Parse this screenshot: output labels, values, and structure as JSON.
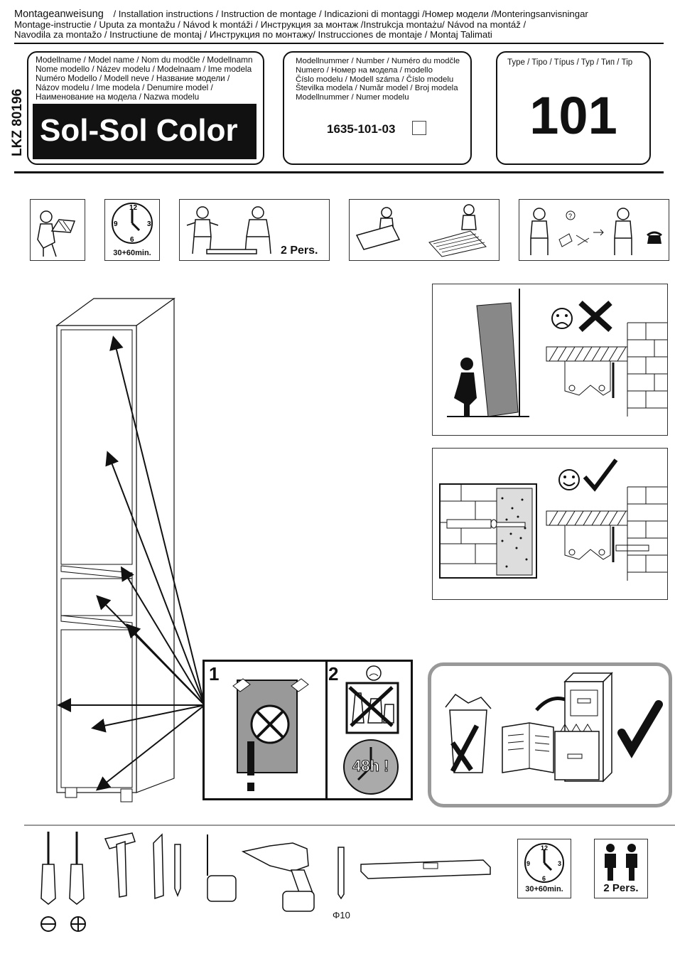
{
  "header": {
    "title": "Montageanweisung",
    "line1_rest": "/ Installation instructions / Instruction de montage / Indicazioni di montaggi /Номер модели /Monteringsanvisningar",
    "line2": " Montage-instructie / Uputa za montažu / Návod k montáži / Инструкция за монтаж /Instrukcja montażu/ Návod na montáž /",
    "line3": "Navodila za montažo / Instructiune de montaj / Инструкция по монтажу/ Instrucciones de montaje / Montaj Talimati"
  },
  "side_code": "LKZ 80196",
  "model_box": {
    "lines": [
      "Modellname / Model name / Nom du modčle / Modellnamn",
      "Nome modello / Název modelu / Modelnaam / Ime modela",
      "Numéro Modello / Modell neve / Название модели /",
      "Názov modelu / Ime modela / Denumire model /",
      "Наименование на модела / Nazwa modelu"
    ],
    "name": "Sol-Sol Color"
  },
  "number_box": {
    "lines": [
      "Modellnummer / Number / Numéro du modčle",
      "Numero /  Номер на модела / modello",
      "Číslo modelu / Modell száma / Číslo modelu",
      "Številka modela / Număr model / Broj modela",
      "Modellnummer / Numer modelu"
    ],
    "number": "1635-101-03"
  },
  "type_box": {
    "label": "Type / Tipo / Típus / Typ / Тип / Tip",
    "value": "101"
  },
  "icons_row": {
    "time": "30+60min.",
    "persons": "2 Pers.",
    "clock_nums": [
      "12",
      "3",
      "6",
      "9"
    ]
  },
  "care_panel": {
    "step1": "1",
    "step2": "2",
    "wait": "48h !"
  },
  "tools": {
    "drill_size": "Φ10",
    "time": "30+60min.",
    "persons": "2 Pers."
  }
}
